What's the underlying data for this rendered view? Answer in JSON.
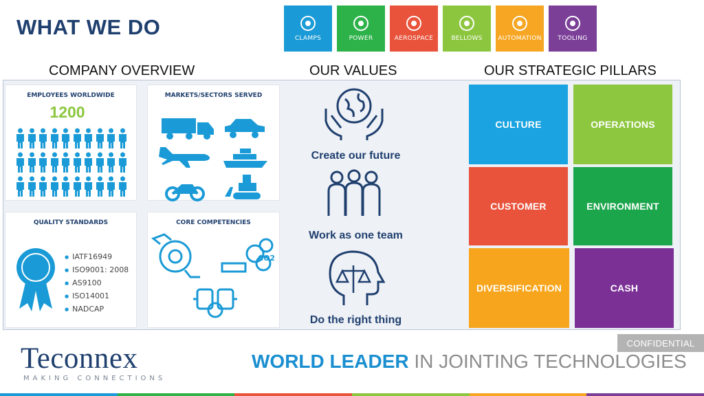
{
  "header": {
    "title": "WHAT WE DO"
  },
  "tiles": [
    {
      "label": "CLAMPS",
      "icon": "clamp-icon",
      "color": "#1a9ad6"
    },
    {
      "label": "POWER",
      "icon": "power-icon",
      "color": "#2db24a"
    },
    {
      "label": "AEROSPACE",
      "icon": "aerospace-icon",
      "color": "#e9533b"
    },
    {
      "label": "BELLOWS",
      "icon": "bellows-icon",
      "color": "#8cc63f"
    },
    {
      "label": "AUTOMATION",
      "icon": "automation-icon",
      "color": "#f6a623"
    },
    {
      "label": "TOOLING",
      "icon": "tooling-icon",
      "color": "#7b3f98"
    }
  ],
  "sections": {
    "overview": "COMPANY OVERVIEW",
    "values": "OUR VALUES",
    "pillars": "OUR STRATEGIC PILLARS"
  },
  "overview": {
    "employees_title": "EMPLOYEES WORLDWIDE",
    "employees_count": "1200",
    "markets_title": "MARKETS/SECTORS SERVED",
    "markets": [
      "truck-icon",
      "car-icon",
      "airplane-icon",
      "ship-icon",
      "motorcycle-icon",
      "bulldozer-icon"
    ],
    "quality_title": "QUALITY STANDARDS",
    "quality_items": [
      "IATF16949",
      "ISO9001: 2008",
      "AS9100",
      "ISO14001",
      "NADCAP"
    ],
    "competencies_title": "CORE COMPETENCIES",
    "co2_label": "CO2"
  },
  "values": [
    {
      "text": "Create our future",
      "icon": "globe-hands-icon"
    },
    {
      "text": "Work as one team",
      "icon": "team-icon"
    },
    {
      "text": "Do the right thing",
      "icon": "ethics-head-icon"
    }
  ],
  "pillars": [
    {
      "label": "CULTURE",
      "color": "#1aa3e0"
    },
    {
      "label": "OPERATIONS",
      "color": "#8dc63f"
    },
    {
      "label": "CUSTOMER",
      "color": "#e9533b"
    },
    {
      "label": "ENVIRONMENT",
      "color": "#1ca64c"
    },
    {
      "label": "DIVERSIFICATION",
      "color": "#f7a51c"
    },
    {
      "label": "CASH",
      "color": "#7b3095"
    }
  ],
  "footer": {
    "confidential": "CONFIDENTIAL",
    "brand": "Teconnex",
    "brand_sub": "MAKING CONNECTIONS",
    "tagline_bold": "WORLD LEADER",
    "tagline_rest": " IN JOINTING TECHNOLOGIES"
  },
  "colors": {
    "navy": "#1f3f6e",
    "accent_blue": "#1a9ad6",
    "accent_green": "#8cc63f"
  }
}
